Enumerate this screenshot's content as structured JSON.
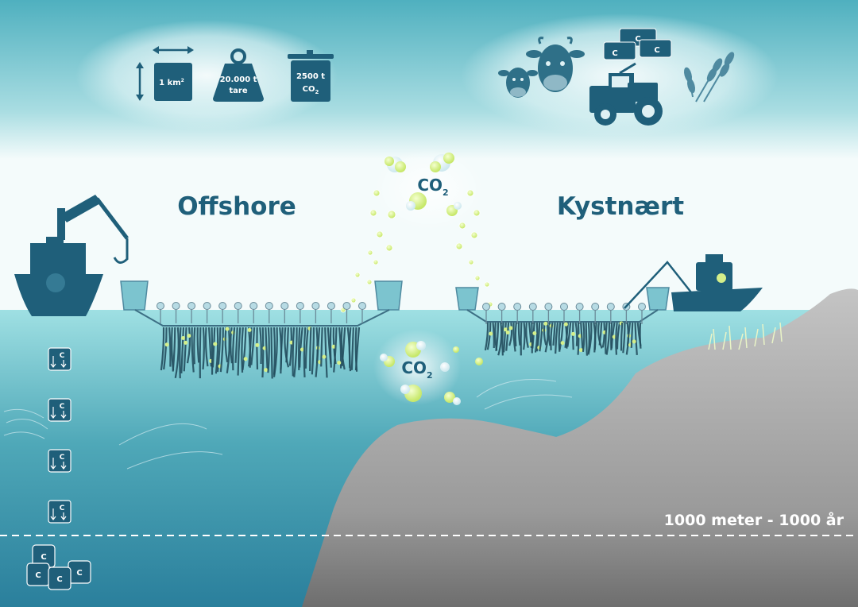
{
  "colors": {
    "primary": "#1f5f7a",
    "sky_top": "#4fb0bf",
    "sea_deep": "#2a7f9c",
    "seabed": "#8a8a8a",
    "bubble": "#d4ef8a",
    "depth_line": "#ffffff"
  },
  "capacity_icons": {
    "area_label": "1 km",
    "area_sup": "2",
    "weight_label_1": "20.000 t",
    "weight_label_2": "tare",
    "pot_label_1": "2500 t",
    "pot_label_2": "CO",
    "pot_sub": "2"
  },
  "usage_icons": [
    "small-cow-icon",
    "cow-icon",
    "carbon-blocks-icon",
    "tractor-icon",
    "wheat-icon"
  ],
  "carbon_block_letter": "C",
  "labels": {
    "offshore": "Offshore",
    "coastal": "Kystnært",
    "co2_main": "CO",
    "co2_sub": "2",
    "depth": "1000 meter - 1000 år"
  },
  "sinking_carbon_count": 4
}
